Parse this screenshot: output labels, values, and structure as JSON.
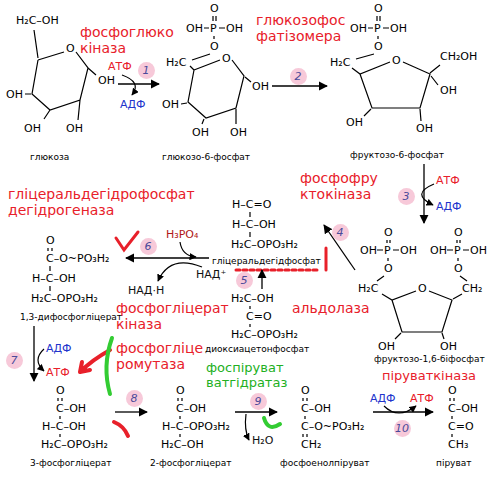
{
  "diagram": {
    "nodes": [
      {
        "text": [
          "глюкоза",
          "H₂C–OH",
          "O",
          "OH",
          "OH",
          "OH",
          "OH"
        ]
      },
      {
        "text": [
          "глюкозо-6-фосфат",
          "O",
          "P",
          "OH",
          "OH",
          "O",
          "H₂C",
          "O",
          "OH",
          "OH",
          "OH",
          "OH"
        ]
      },
      {
        "text": [
          "фруктозо-6-фосфат",
          "O",
          "P",
          "OH",
          "OH",
          "O",
          "H₂C",
          "O",
          "CH₂OH",
          "OH",
          "OH",
          "OH"
        ]
      },
      {
        "text": [
          "фруктозо-1,6-біфосфат",
          "O",
          "P",
          "OH",
          "OH",
          "O",
          "O",
          "P",
          "OH",
          "OH",
          "O",
          "H₂C",
          "CH₂",
          "O",
          "OH",
          "OH"
        ]
      },
      {
        "text": [
          "гліцеральдегідфосфат",
          "H–C=O",
          "H–C–OH",
          "H₂C–OPO₃H₂"
        ]
      },
      {
        "text": [
          "диоксиацетонфосфат",
          "H₂C–OH",
          "C=O",
          "H₂C–OPO₃H₂"
        ]
      },
      {
        "text": [
          "1,3-дифосфогліцерат",
          "O",
          "C–O~PO₃H₂",
          "H–C–OH",
          "H₂C–OPO₃H₂"
        ]
      },
      {
        "text": [
          "3-фосфогліцерат",
          "O",
          "C–OH",
          "H–C–OH",
          "H₂C–OPO₃H₂"
        ]
      },
      {
        "text": [
          "2-фосфогліцерат",
          "O",
          "C–OH",
          "H–C–OPO₃H₂",
          "H₂C–OH"
        ]
      },
      {
        "text": [
          "фосфоенолпіруват",
          "O",
          "C–OH",
          "C–O~PO₃H₂",
          "CH₂"
        ]
      },
      {
        "text": [
          "піруват",
          "O",
          "C–OH",
          "C=O",
          "CH₃"
        ]
      }
    ],
    "edges": [
      {
        "from": 0,
        "to": 1,
        "arrow": "to"
      },
      {
        "from": 1,
        "to": 2,
        "arrow": "to"
      },
      {
        "from": 2,
        "to": 3,
        "arrow": "to"
      },
      {
        "from": 3,
        "to": 4,
        "arrow": "to"
      },
      {
        "from": 5,
        "to": 4,
        "arrow": "to"
      },
      {
        "from": 4,
        "to": 6,
        "arrow": "to"
      },
      {
        "from": 6,
        "to": 7,
        "arrow": "to"
      },
      {
        "from": 7,
        "to": 8,
        "arrow": "to"
      },
      {
        "from": 8,
        "to": 9,
        "arrow": "to"
      },
      {
        "from": 9,
        "to": 10,
        "arrow": "to"
      }
    ],
    "labels": [
      "фосфоглюко кіназа",
      "глюкозофос фатізомера",
      "фосфофру ктокіназа",
      "гліцеральдегідрофосфат дегідрогеназа",
      "альдолаза",
      "фосфогліцерат кіназа",
      "фосфогліце ромутаза",
      "фоспіруват ватгідратаз",
      "піруваткіназа",
      "1",
      "2",
      "3",
      "4",
      "5",
      "6",
      "7",
      "8",
      "9",
      "10",
      "АТФ",
      "АДФ",
      "АТФ",
      "АДФ",
      "H₃PO₄",
      "НАД⁺",
      "НАД·Н",
      "АДФ",
      "АТФ",
      "H₂O",
      "АДФ",
      "АТФ"
    ]
  }
}
